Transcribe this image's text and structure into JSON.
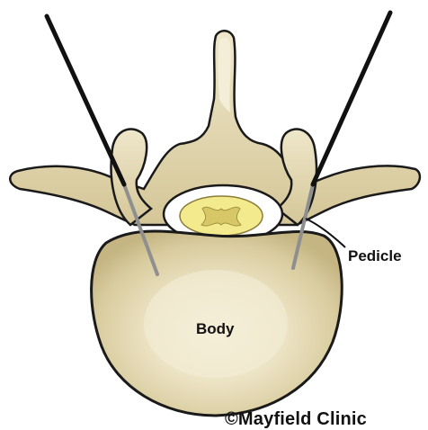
{
  "labels": {
    "body": "Body",
    "pedicle": "Pedicle",
    "copyright": "©Mayfield Clinic"
  },
  "colors": {
    "bone": "#e6dcbc",
    "bone_shadow": "#c9bb8f",
    "body_center": "#f3ecd4",
    "spinal_cord": "#f2ea8c",
    "gray_matter": "#d8c766",
    "probe": "#111111",
    "outline": "#1a1a1a"
  }
}
